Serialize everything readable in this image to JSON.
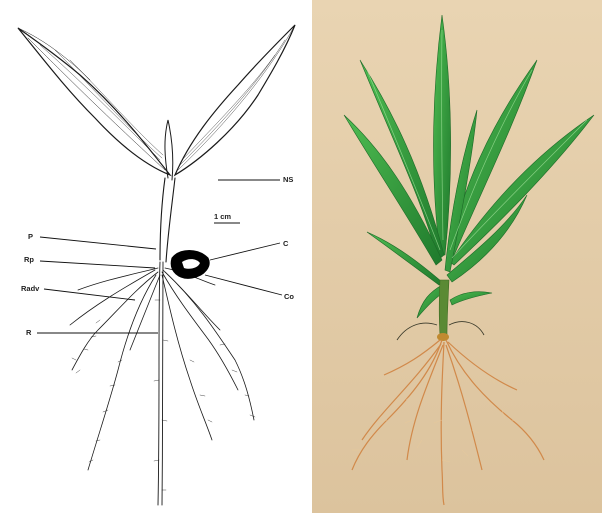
{
  "drawing": {
    "labels": {
      "ns": "NS",
      "scale": "1 cm",
      "p": "P",
      "c": "C",
      "rp": "Rp",
      "radv": "Radv",
      "co": "Co",
      "r": "R"
    }
  },
  "photo": {
    "colors": {
      "background": "#e6cfac",
      "leaf": "#2f9a3c",
      "leaf_light": "#5cc45f",
      "root": "#d18a4a"
    }
  }
}
